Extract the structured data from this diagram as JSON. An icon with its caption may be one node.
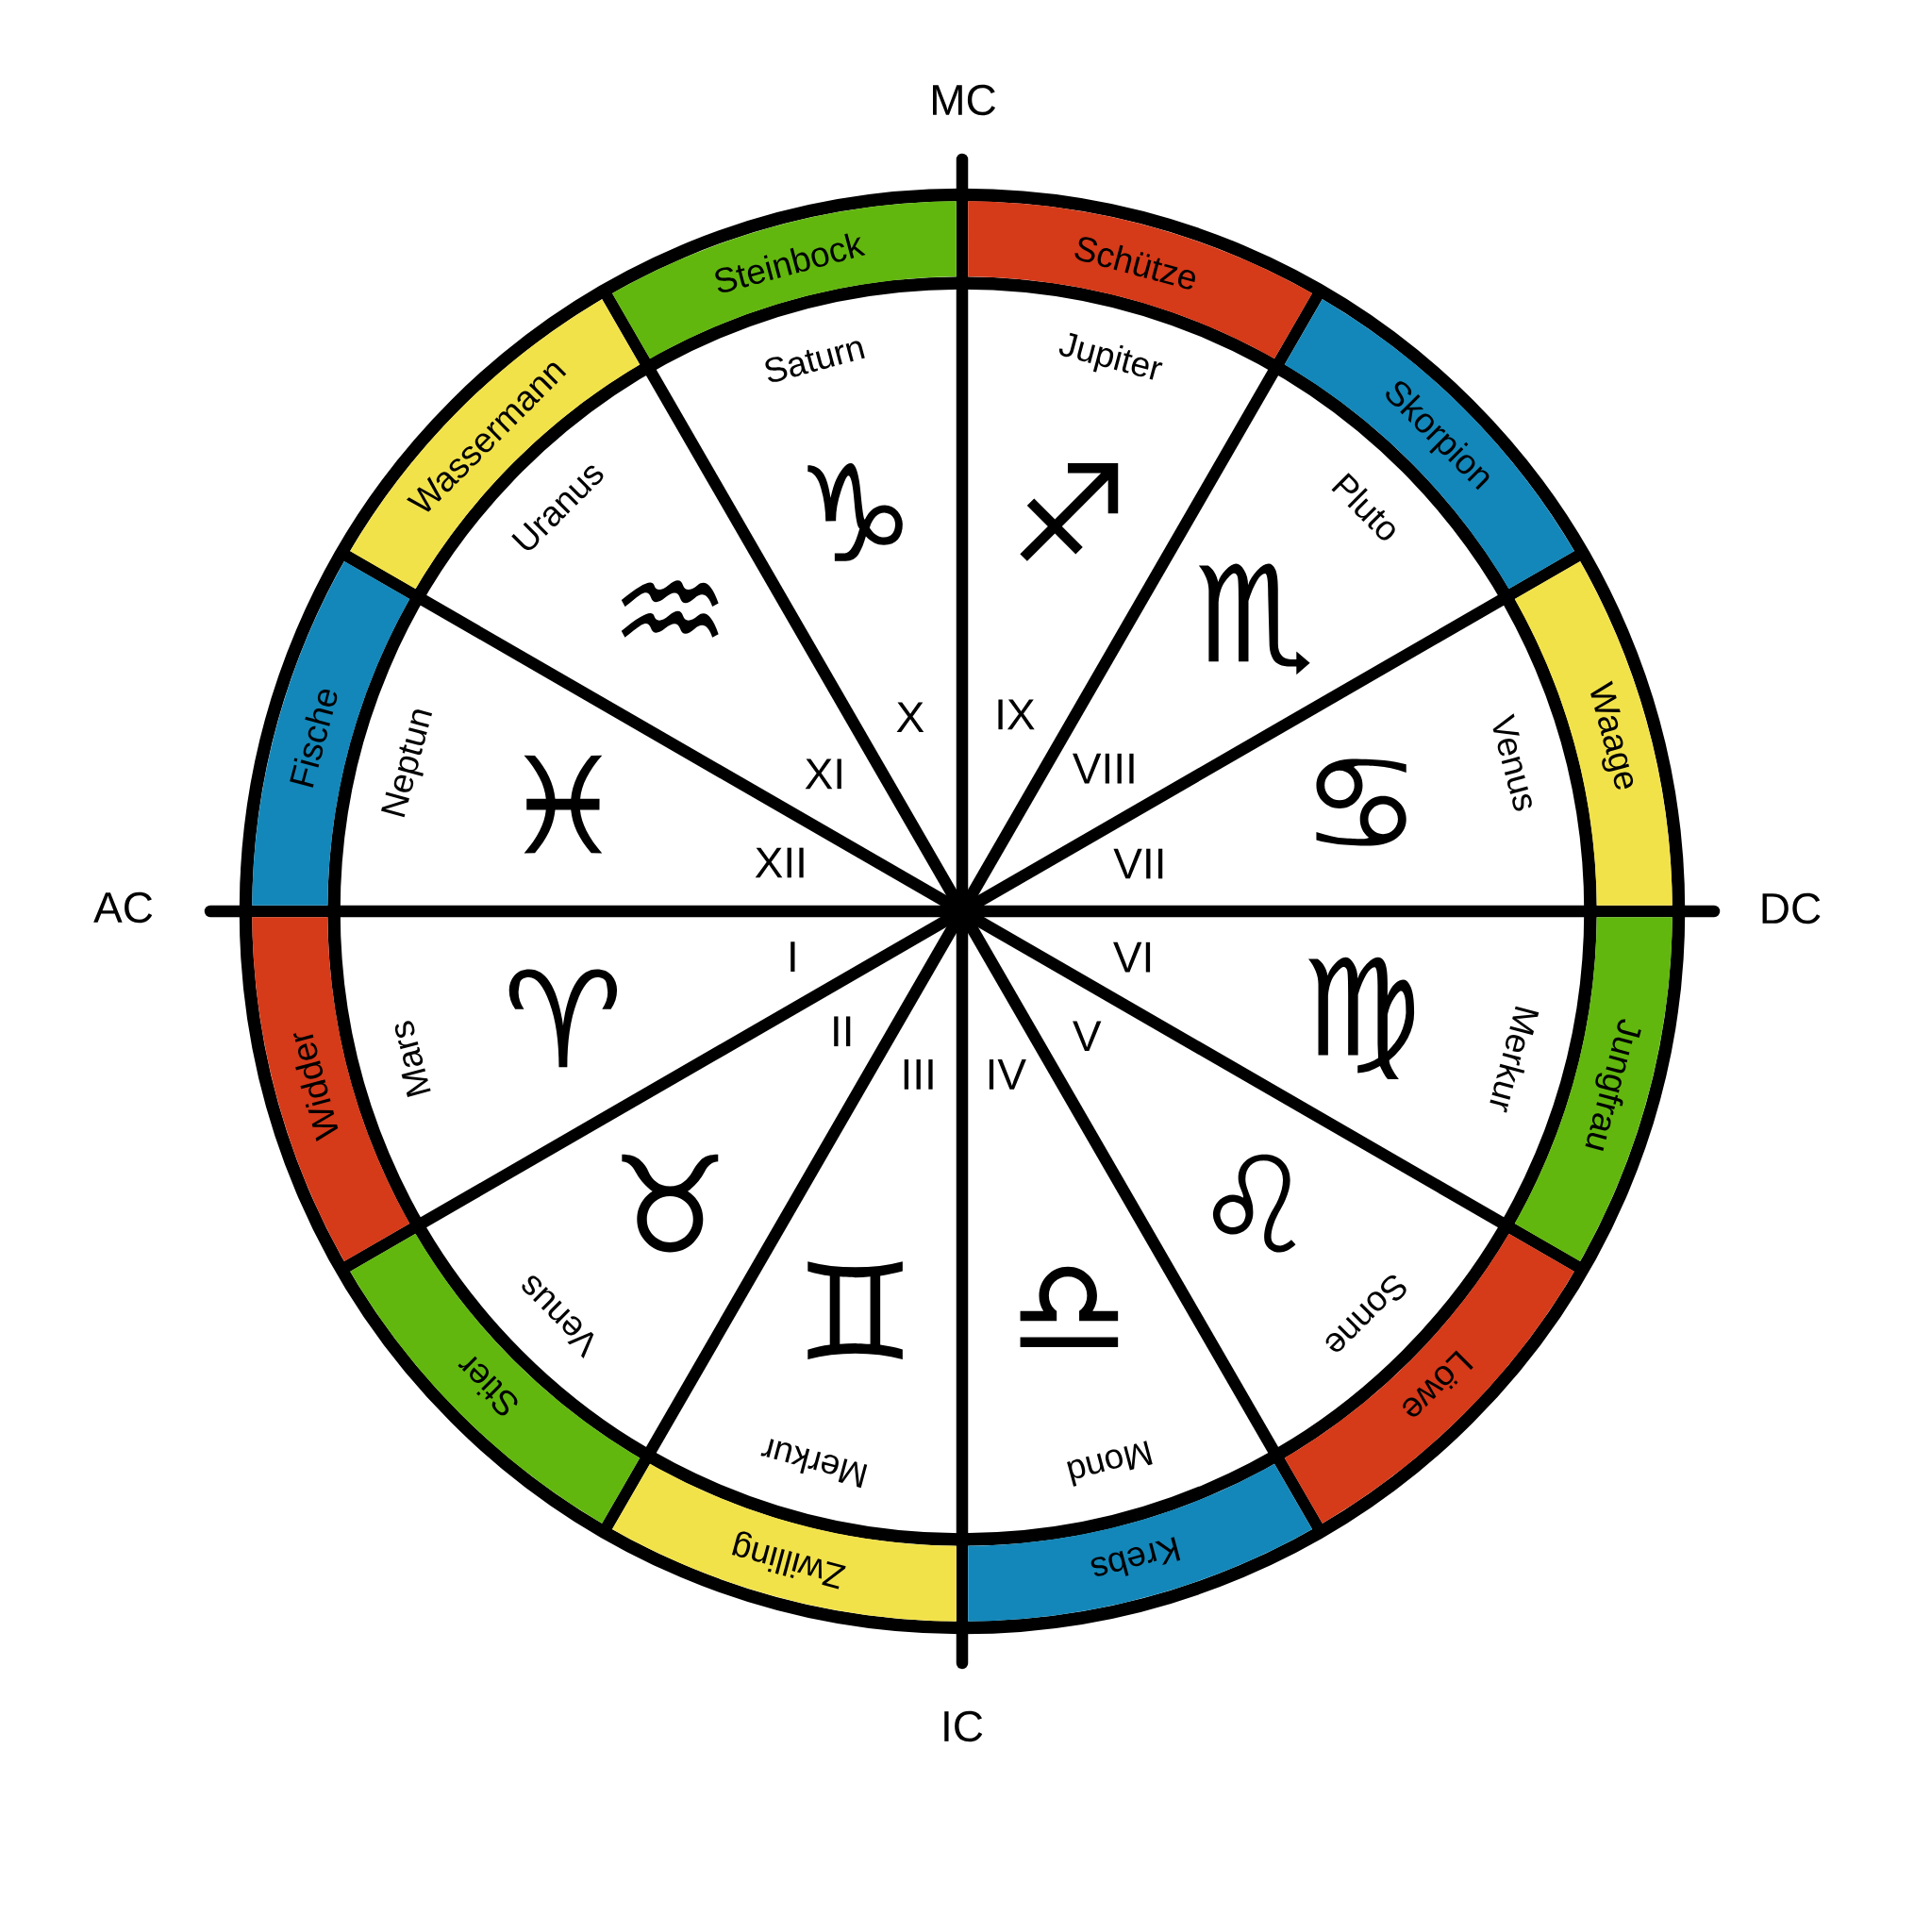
{
  "diagram": {
    "nodes": [
      {
        "text": [
          "Widder"
        ]
      },
      {
        "text": [
          "Stier"
        ]
      },
      {
        "text": [
          "Zwilling"
        ]
      },
      {
        "text": [
          "Krebs"
        ]
      },
      {
        "text": [
          "Löwe"
        ]
      },
      {
        "text": [
          "Jungfrau"
        ]
      },
      {
        "text": [
          "Waage"
        ]
      },
      {
        "text": [
          "Skorpion"
        ]
      },
      {
        "text": [
          "Schütze"
        ]
      },
      {
        "text": [
          "Steinbock"
        ]
      },
      {
        "text": [
          "Wassermann"
        ]
      },
      {
        "text": [
          "Fische"
        ]
      },
      {
        "text": [
          "I",
          "♈",
          "Mars"
        ]
      },
      {
        "text": [
          "II",
          "♉",
          "Venus"
        ]
      },
      {
        "text": [
          "III",
          "♊",
          "Merkur"
        ]
      },
      {
        "text": [
          "IV",
          "♎",
          "Mond"
        ]
      },
      {
        "text": [
          "V",
          "♌",
          "Sonne"
        ]
      },
      {
        "text": [
          "VI",
          "♍",
          "Merkur"
        ]
      },
      {
        "text": [
          "Venus",
          "♋",
          "VII"
        ]
      },
      {
        "text": [
          "Pluto",
          "♏",
          "VIII"
        ]
      },
      {
        "text": [
          "Jupiter",
          "♐",
          "IX"
        ]
      },
      {
        "text": [
          "Saturn",
          "♑",
          "X"
        ]
      },
      {
        "text": [
          "Uranus",
          "♒",
          "XI"
        ]
      },
      {
        "text": [
          "Neptun",
          "♓",
          "XII"
        ]
      }
    ],
    "labels": [
      "MC",
      "AC",
      "DC",
      "IC"
    ]
  }
}
